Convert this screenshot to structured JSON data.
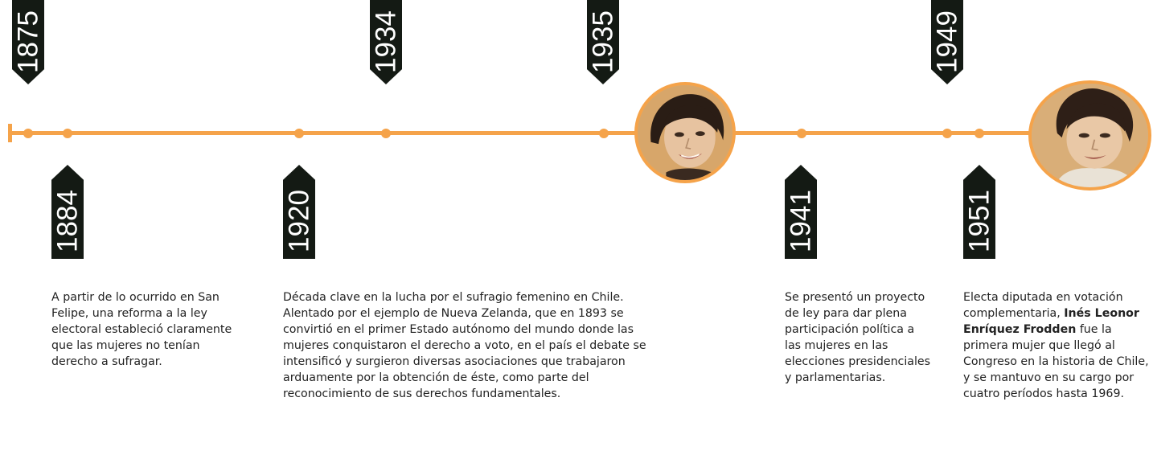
{
  "colors": {
    "accent": "#f5a34a",
    "flag": "#141a14",
    "flag_text": "#ffffff",
    "text": "#222222"
  },
  "years": {
    "y1875": "1875",
    "y1884": "1884",
    "y1920": "1920",
    "y1934": "1934",
    "y1935": "1935",
    "y1941": "1941",
    "y1949": "1949",
    "y1951": "1951"
  },
  "descriptions": {
    "d1884": "A partir de lo ocurrido en San Felipe, una reforma a la ley electoral estableció claramente que las mujeres no tenían derecho a sufragar.",
    "d1920": "Década clave en la lucha por el sufragio femenino en Chile. Alentado por el ejemplo de Nueva Zelanda, que en 1893 se convirtió en el primer Estado autónomo del mundo donde las mujeres conquistaron el derecho a voto, en el país el debate se intensificó y surgieron diversas asociaciones que trabajaron arduamente por la obtención de éste, como parte del reconocimiento de sus derechos fundamentales.",
    "d1941": "Se presentó un proyecto de ley para dar plena participación política a las mujeres en las elecciones presidenciales y parlamentarias.",
    "d1951_pre": "Electa diputada en votación complementaria,",
    "d1951_name": "Inés Leonor Enríquez Frodden",
    "d1951_post": "fue la primera mujer que llegó al Congreso en la historia de Chile, y se mantuvo en su cargo por cuatro períodos hasta 1969."
  }
}
